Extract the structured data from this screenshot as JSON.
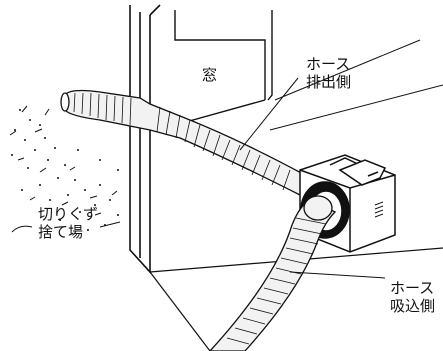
{
  "labels": {
    "window": "窓",
    "hose_exhaust": {
      "line1": "ホース",
      "line2": "排出側"
    },
    "scrap_area": {
      "line1": "切りくず",
      "line2": "捨て場"
    },
    "hose_intake": {
      "line1": "ホース",
      "line2": "吸込側"
    }
  },
  "colors": {
    "ink": "#111111",
    "background": "#ffffff",
    "hose_fill": "#f2f2f2"
  }
}
